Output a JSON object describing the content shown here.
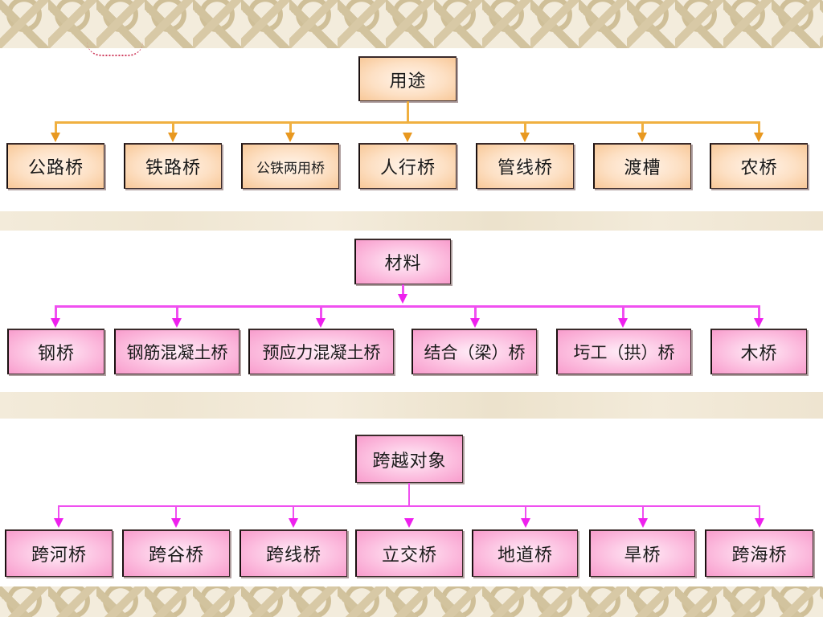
{
  "colors": {
    "orange_line": "#f0b040",
    "orange_box": "#fde0c4",
    "pink_line": "#f050f0",
    "pink_box": "#fcc0e0",
    "border": "#d8c9a6"
  },
  "sections": [
    {
      "root": "用途",
      "children": [
        "公路桥",
        "铁路桥",
        "公铁两用桥",
        "人行桥",
        "管线桥",
        "渡槽",
        "农桥"
      ]
    },
    {
      "root": "材料",
      "children": [
        "钢桥",
        "钢筋混凝土桥",
        "预应力混凝土桥",
        "结合（梁）桥",
        "圬工（拱）桥",
        "木桥"
      ]
    },
    {
      "root": "跨越对象",
      "children": [
        "跨河桥",
        "跨谷桥",
        "跨线桥",
        "立交桥",
        "地道桥",
        "旱桥",
        "跨海桥"
      ]
    }
  ]
}
